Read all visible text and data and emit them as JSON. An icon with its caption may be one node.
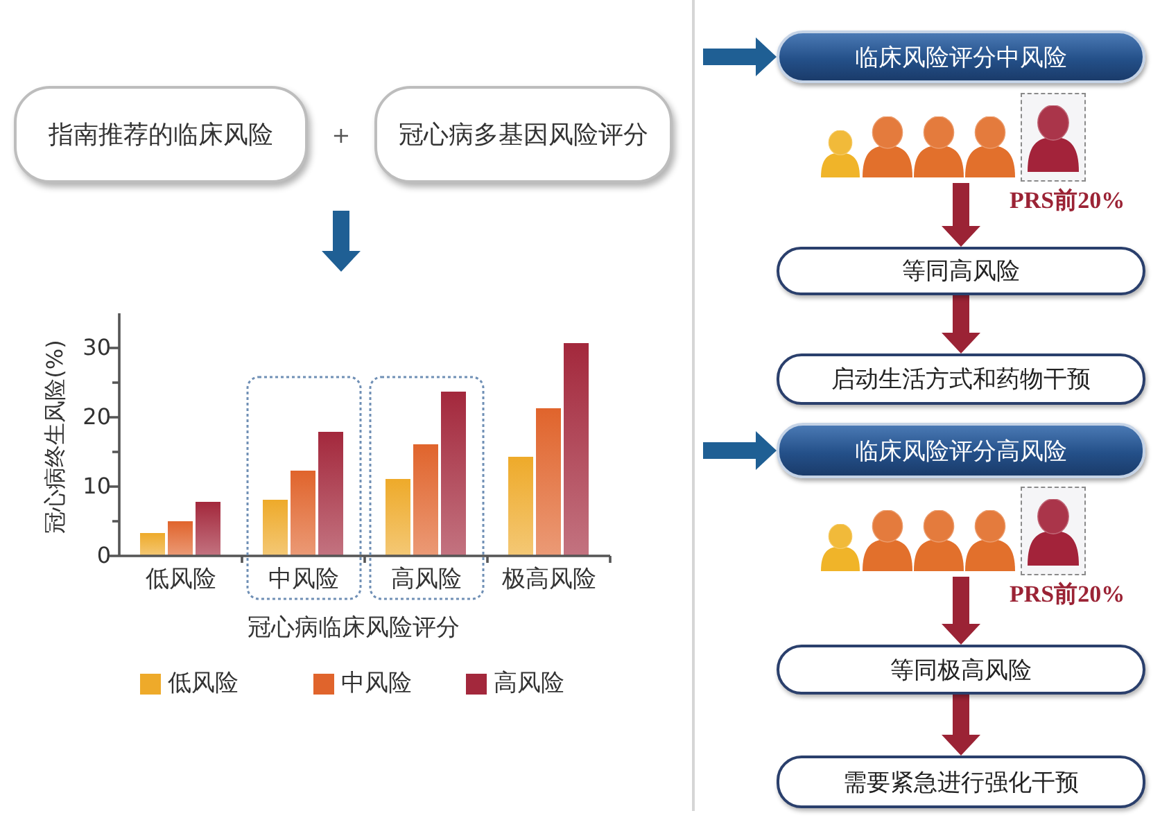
{
  "diagram": {
    "nodes": [
      {
        "text": [
          "指南推荐的临床风险"
        ]
      },
      {
        "text": [
          "冠心病多基因风险评分"
        ]
      },
      {
        "text": [],
        "shape": "picture"
      },
      {
        "text": [
          "临床风险评分中风险"
        ]
      },
      {
        "text": [],
        "shape": "person",
        "beside": [
          "PRS前20%"
        ]
      },
      {
        "text": [
          "等同高风险"
        ]
      },
      {
        "text": [
          "启动生活方式和药物干预"
        ]
      },
      {
        "text": [
          "临床风险评分高风险"
        ]
      },
      {
        "text": [],
        "shape": "person",
        "beside": [
          "PRS前20%"
        ]
      },
      {
        "text": [
          "等同极高风险"
        ]
      },
      {
        "text": [
          "需要紧急进行强化干预"
        ]
      }
    ],
    "edges": [
      {
        "from": null,
        "to": 2,
        "arrow": "to",
        "color": "#1f5f94"
      },
      {
        "from": null,
        "to": 3,
        "arrow": "to",
        "color": "#1f5f94"
      },
      {
        "from": 4,
        "to": 5,
        "arrow": "to"
      },
      {
        "from": 5,
        "to": 6,
        "arrow": "to"
      },
      {
        "from": null,
        "to": 7,
        "arrow": "to",
        "color": "#1f5f94"
      },
      {
        "from": 8,
        "to": 9,
        "arrow": "to"
      },
      {
        "from": 9,
        "to": 10,
        "arrow": "to"
      }
    ],
    "labels": [
      "+"
    ],
    "chart_data": {
      "type": "bar",
      "xlabel": "冠心病临床风险评分",
      "ylabel": "冠心病终生风险(%)",
      "categories": [
        "低风险",
        "中风险",
        "高风险",
        "极高风险"
      ],
      "series": [
        {
          "name": "低风险",
          "color": "#eeaa2a",
          "values": [
            3.3,
            8.1,
            11.1,
            14.3
          ]
        },
        {
          "name": "中风险",
          "color": "#e0642c",
          "values": [
            5.0,
            12.3,
            16.1,
            21.3
          ]
        },
        {
          "name": "高风险",
          "color": "#a3283c",
          "values": [
            7.8,
            17.9,
            23.7,
            30.7
          ]
        }
      ],
      "ylim": [
        0,
        35
      ],
      "yticks": [
        0,
        10,
        20,
        30
      ],
      "legend": "bottom"
    }
  }
}
